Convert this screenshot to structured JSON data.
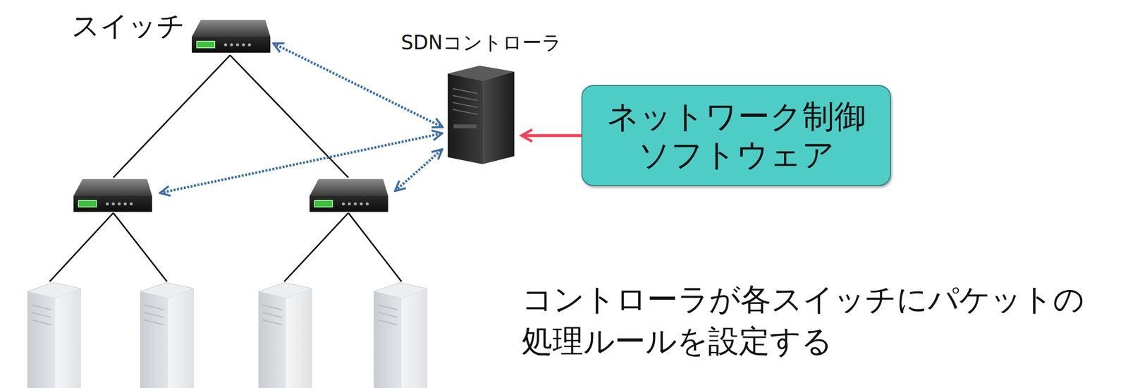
{
  "diagram": {
    "nodes": [
      {
        "text": [
          "スイッチ"
        ]
      },
      {
        "text": [
          "SDNコントローラ"
        ]
      },
      {
        "text": [
          "ネットワーク制御 ソフトウェア"
        ]
      }
    ],
    "edges": [
      {
        "from": 0,
        "to": 1,
        "arrow": "both"
      },
      {
        "from": 2,
        "to": 1,
        "arrow": "to"
      }
    ],
    "labels": [
      "コントローラが各スイッチにパケットの 処理ルールを設定する"
    ]
  }
}
